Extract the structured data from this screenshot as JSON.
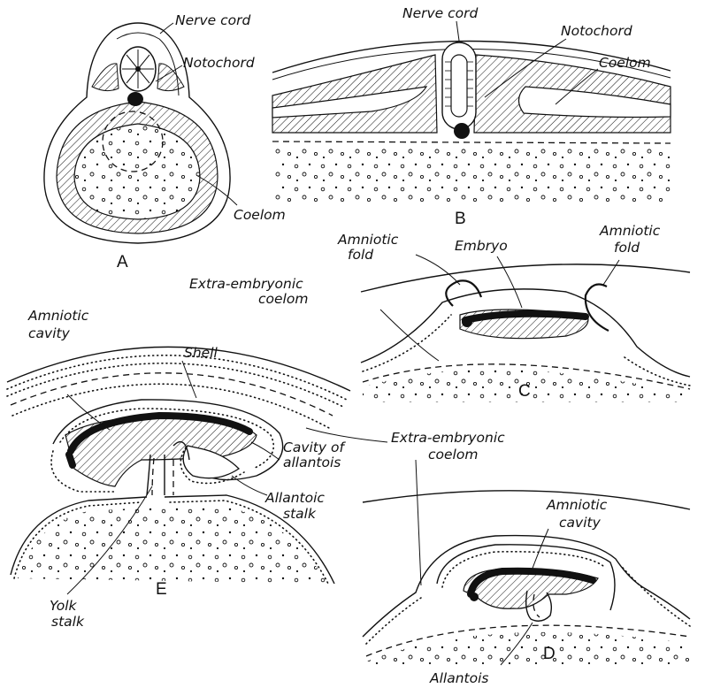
{
  "panels": {
    "a": {
      "letter": "A",
      "labels": {
        "nerve_cord": "Nerve cord",
        "notochord": "Notochord",
        "coelom": "Coelom"
      }
    },
    "b": {
      "letter": "B",
      "labels": {
        "nerve_cord": "Nerve cord",
        "notochord": "Notochord",
        "coelom": "Coelom"
      }
    },
    "c": {
      "letter": "C",
      "labels": {
        "amniotic_fold_left_1": "Amniotic",
        "amniotic_fold_left_2": "fold",
        "embryo": "Embryo",
        "amniotic_fold_right_1": "Amniotic",
        "amniotic_fold_right_2": "fold",
        "extra_embryonic_coelom_1": "Extra-embryonic",
        "extra_embryonic_coelom_2": "coelom"
      }
    },
    "d": {
      "letter": "D",
      "labels": {
        "amniotic_cavity_1": "Amniotic",
        "amniotic_cavity_2": "cavity",
        "allantois": "Allantois"
      }
    },
    "e": {
      "letter": "E",
      "labels": {
        "amniotic_cavity_1": "Amniotic",
        "amniotic_cavity_2": "cavity",
        "shell": "Shell",
        "cavity_of_allantois_1": "Cavity of",
        "cavity_of_allantois_2": "allantois",
        "allantoic_stalk_1": "Allantoic",
        "allantoic_stalk_2": "stalk",
        "yolk_stalk_1": "Yolk",
        "yolk_stalk_2": "stalk"
      }
    },
    "shared": {
      "extra_embryonic_coelom_1": "Extra-embryonic",
      "extra_embryonic_coelom_2": "coelom"
    }
  }
}
